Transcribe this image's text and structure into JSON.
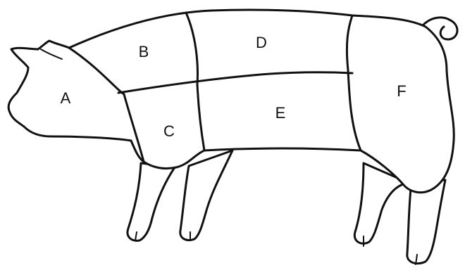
{
  "regions": [
    {
      "id": "A",
      "label": "A"
    },
    {
      "id": "B",
      "label": "B"
    },
    {
      "id": "C",
      "label": "C"
    },
    {
      "id": "D",
      "label": "D"
    },
    {
      "id": "E",
      "label": "E"
    },
    {
      "id": "F",
      "label": "F"
    }
  ]
}
